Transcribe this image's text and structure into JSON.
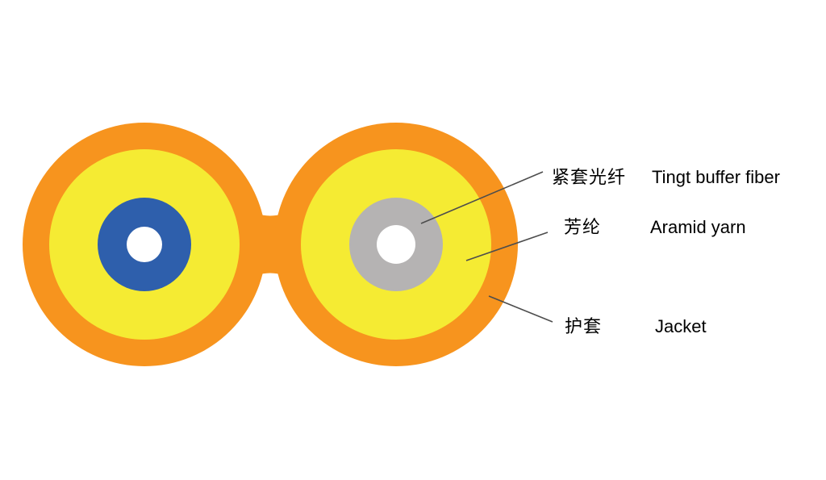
{
  "diagram": {
    "name": "duplex-tight-buffer-fiber-cable-cross-section",
    "colors": {
      "jacket": "#F7941E",
      "aramid": "#F5EB33",
      "buffer_left": "#2E5FAC",
      "buffer_right": "#B5B3B3",
      "core": "#FFFFFF",
      "leader_line": "#4d4d4d"
    },
    "labels": {
      "buffer": {
        "zh": "紧套光纤",
        "en": "Tingt buffer fiber"
      },
      "aramid": {
        "zh": "芳纶",
        "en": "Aramid yarn"
      },
      "jacket": {
        "zh": "护套",
        "en": "Jacket"
      }
    }
  }
}
